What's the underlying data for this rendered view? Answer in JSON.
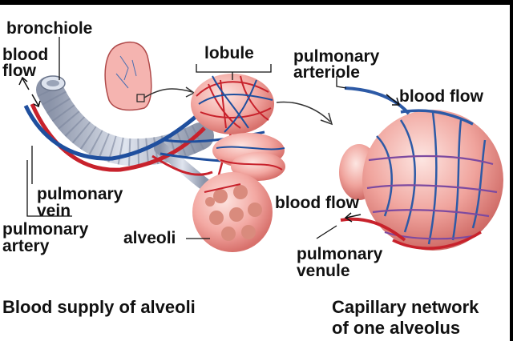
{
  "colors": {
    "artery_red": "#c8222c",
    "vein_blue": "#1f4f9e",
    "alveolus_pink": "#f3a9a3",
    "bronchiole_gray": "#b8c0d0"
  },
  "labels": {
    "bronchiole": "bronchiole",
    "blood_flow_left_1": "blood",
    "blood_flow_left_2": "flow",
    "lobule": "lobule",
    "pulmonary_arteriole_1": "pulmonary",
    "pulmonary_arteriole_2": "arteriole",
    "blood_flow_top_right": "blood flow",
    "pulmonary_vein_1": "pulmonary",
    "pulmonary_vein_2": "vein",
    "pulmonary_artery_1": "pulmonary",
    "pulmonary_artery_2": "artery",
    "alveoli": "alveoli",
    "blood_flow_mid_right": "blood flow",
    "pulmonary_venule_1": "pulmonary",
    "pulmonary_venule_2": "venule"
  },
  "captions": {
    "left": "Blood supply of alveoli",
    "right_1": "Capillary network",
    "right_2": "of one alveolus"
  }
}
